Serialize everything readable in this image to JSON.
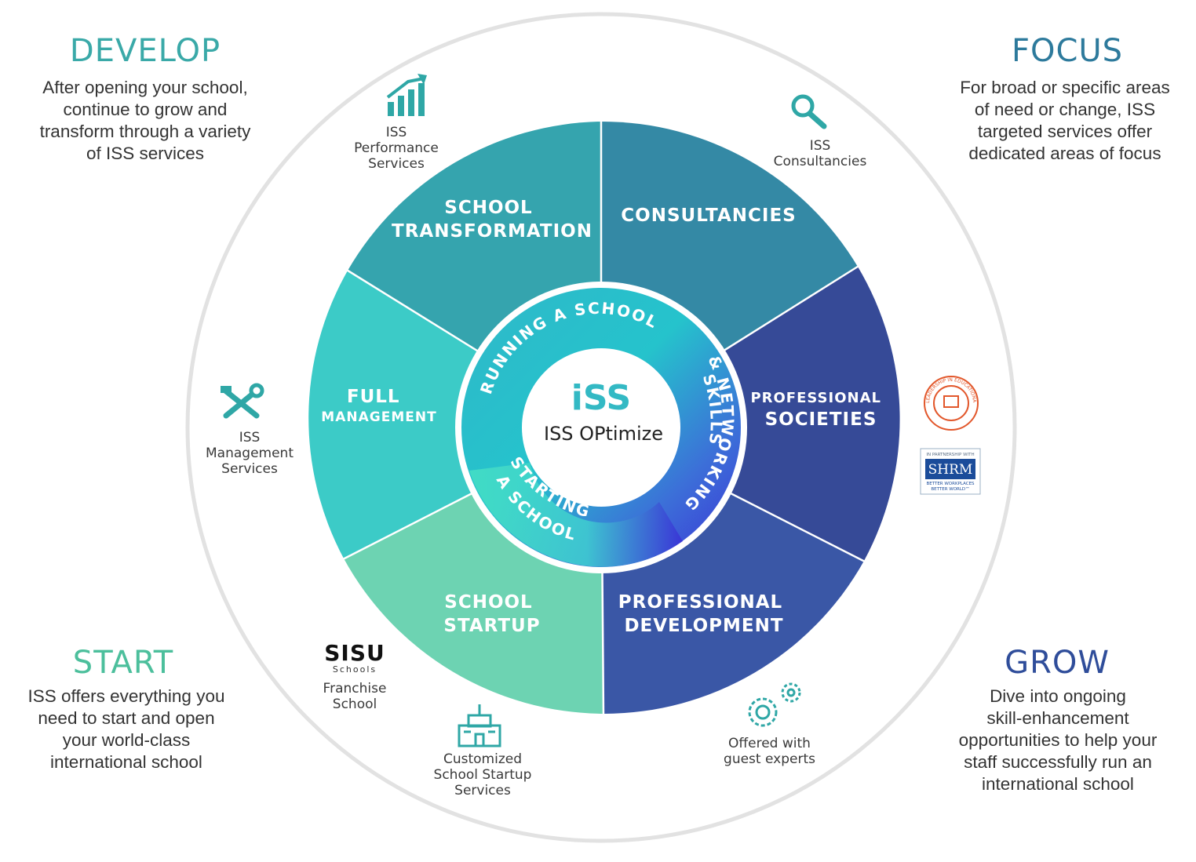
{
  "corners": {
    "develop": {
      "title": "DEVELOP",
      "lines": [
        "After opening your school,",
        "continue to grow and",
        "transform through a variety",
        "of ISS services"
      ],
      "color": "#3aa9a8"
    },
    "focus": {
      "title": "FOCUS",
      "lines": [
        "For broad or specific areas",
        "of need or change, ISS",
        "targeted services offer",
        "dedicated areas of focus"
      ],
      "color": "#2d7a9c"
    },
    "start": {
      "title": "START",
      "lines": [
        "ISS offers everything you",
        "need to start and open",
        "your world-class",
        "international school"
      ],
      "color": "#4cbf9c"
    },
    "grow": {
      "title": "GROW",
      "lines": [
        "Dive into ongoing",
        "skill-enhancement",
        "opportunities to help your",
        "staff successfully run an",
        "international school"
      ],
      "color": "#2f4d9a"
    }
  },
  "segments": {
    "school_transformation": {
      "lines": [
        "SCHOOL",
        "TRANSFORMATION"
      ],
      "color": "#35a4ae"
    },
    "consultancies": {
      "lines": [
        "CONSULTANCIES"
      ],
      "color": "#3489a5"
    },
    "professional_societies": {
      "line1": "PROFESSIONAL",
      "line2": "SOCIETIES",
      "color": "#364a97"
    },
    "professional_development": {
      "lines": [
        "PROFESSIONAL",
        "DEVELOPMENT"
      ],
      "color": "#3a57a6"
    },
    "school_startup": {
      "lines": [
        "SCHOOL",
        "STARTUP"
      ],
      "color": "#6dd3b2"
    },
    "full_management": {
      "line1": "FULL",
      "line2": "MANAGEMENT",
      "color": "#3ccbc7"
    }
  },
  "ring": {
    "running": "RUNNING A SCHOOL",
    "skills": [
      "SKILLS",
      "& NETWORKING"
    ],
    "starting": [
      "STARTING",
      "A SCHOOL"
    ]
  },
  "center": {
    "logo_text": "iSS",
    "title": "ISS OPtimize"
  },
  "icons": {
    "performance": {
      "icon": "growth-chart-icon",
      "lines": [
        "ISS",
        "Performance",
        "Services"
      ]
    },
    "consultancies": {
      "icon": "magnifier-icon",
      "lines": [
        "ISS",
        "Consultancies"
      ]
    },
    "management": {
      "icon": "tools-icon",
      "lines": [
        "ISS",
        "Management",
        "Services"
      ]
    },
    "franchise": {
      "icon": "sisu-logo",
      "logo_text": "SISU",
      "logo_sub": "Schools",
      "lines": [
        "Franchise",
        "School"
      ]
    },
    "startup": {
      "icon": "school-building-icon",
      "lines": [
        "Customized",
        "School Startup",
        "Services"
      ]
    },
    "guest": {
      "icon": "gears-icon",
      "lines": [
        "Offered with",
        "guest experts"
      ]
    },
    "leif": {
      "icon": "leif-seal",
      "arc_text": "LEADERSHIP IN EDUCATIONAL FACILITIES"
    },
    "shrm": {
      "icon": "shrm-badge",
      "top": "IN PARTNERSHIP WITH",
      "logo": "SHRM",
      "tag1": "BETTER WORKPLACES",
      "tag2": "BETTER WORLD™"
    }
  }
}
